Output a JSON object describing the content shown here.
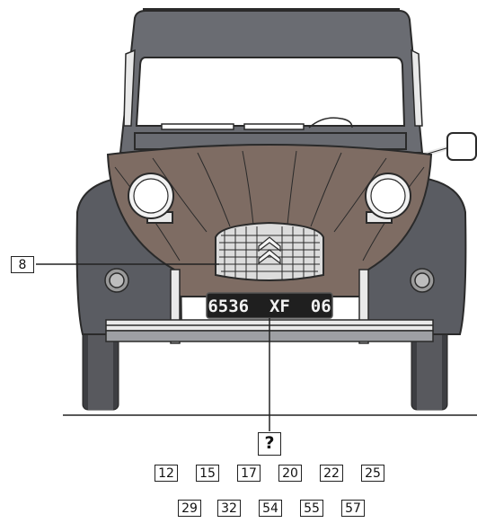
{
  "callout_label": "8",
  "plate_text": "6536  XF  06",
  "question_mark": "?",
  "options_row1": [
    "12",
    "15",
    "17",
    "20",
    "22",
    "25"
  ],
  "options_row2": [
    "29",
    "32",
    "54",
    "55",
    "57"
  ],
  "colors": {
    "body": "#7e6c63",
    "fender": "#5a5c62",
    "outline": "#2a2a2a",
    "chrome": "#e9e9e9",
    "plate": "#1f1f1f"
  }
}
